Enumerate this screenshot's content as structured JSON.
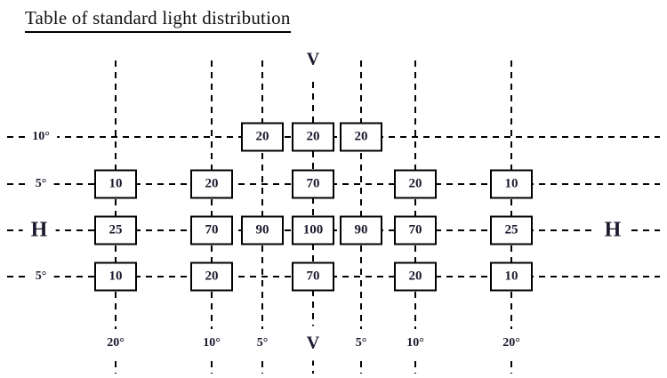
{
  "title": "Table of standard light distribution",
  "axes": {
    "v_top": "V",
    "h_left": "H",
    "h_right": "H"
  },
  "colors": {
    "ink": "#000000",
    "text": "#1a1a2e",
    "background": "#ffffff"
  },
  "grid": {
    "columns": [
      "20°",
      "10°",
      "5°",
      "V",
      "5°",
      "10°",
      "20°"
    ],
    "rows": [
      {
        "label": "10°",
        "cells": [
          null,
          null,
          "20",
          "20",
          "20",
          null,
          null
        ]
      },
      {
        "label": "5°",
        "cells": [
          "10",
          "20",
          null,
          "70",
          null,
          "20",
          "10"
        ]
      },
      {
        "label": "H",
        "cells": [
          "25",
          "70",
          "90",
          "100",
          "90",
          "70",
          "25"
        ]
      },
      {
        "label": "5°",
        "cells": [
          "10",
          "20",
          null,
          "70",
          null,
          "20",
          "10"
        ]
      }
    ]
  }
}
